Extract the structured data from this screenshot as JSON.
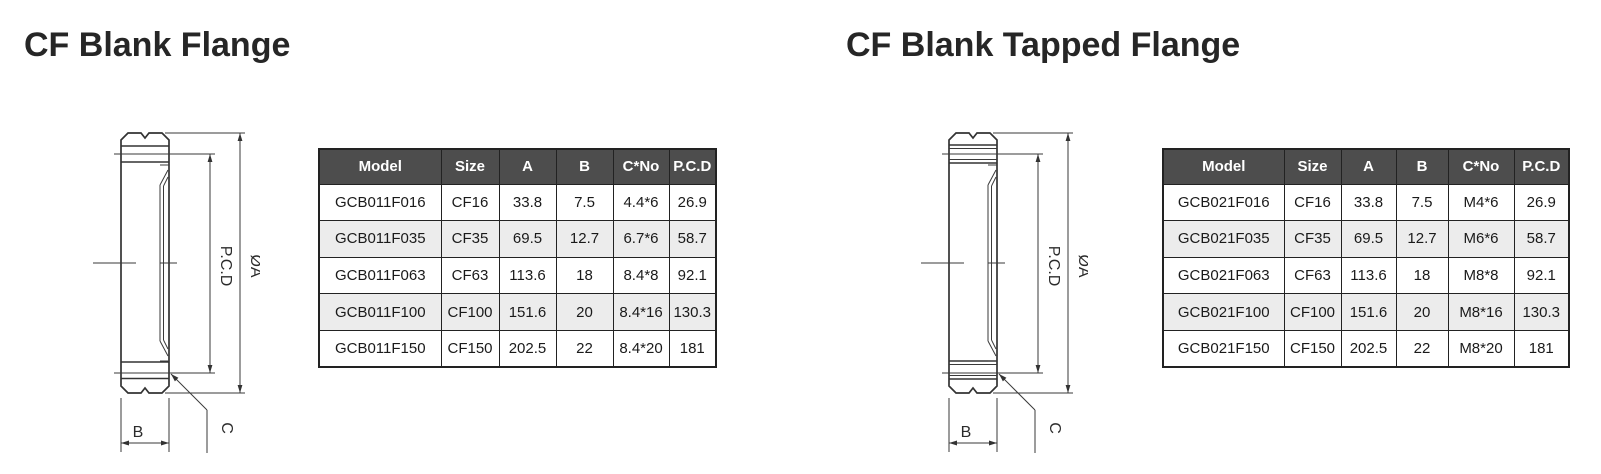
{
  "sections": [
    {
      "title": "CF Blank Flange",
      "drawing": {
        "labels": {
          "pcd": "P.C.D",
          "diameter": "ØA",
          "thickness": "B",
          "hole": "C"
        }
      },
      "table": {
        "headers": [
          "Model",
          "Size",
          "A",
          "B",
          "C*No",
          "P.C.D"
        ],
        "rows": [
          [
            "GCB011F016",
            "CF16",
            "33.8",
            "7.5",
            "4.4*6",
            "26.9"
          ],
          [
            "GCB011F035",
            "CF35",
            "69.5",
            "12.7",
            "6.7*6",
            "58.7"
          ],
          [
            "GCB011F063",
            "CF63",
            "113.6",
            "18",
            "8.4*8",
            "92.1"
          ],
          [
            "GCB011F100",
            "CF100",
            "151.6",
            "20",
            "8.4*16",
            "130.3"
          ],
          [
            "GCB011F150",
            "CF150",
            "202.5",
            "22",
            "8.4*20",
            "181"
          ]
        ]
      }
    },
    {
      "title": "CF Blank Tapped Flange",
      "drawing": {
        "labels": {
          "pcd": "P.C.D",
          "diameter": "ØA",
          "thickness": "B",
          "hole": "C"
        }
      },
      "table": {
        "headers": [
          "Model",
          "Size",
          "A",
          "B",
          "C*No",
          "P.C.D"
        ],
        "rows": [
          [
            "GCB021F016",
            "CF16",
            "33.8",
            "7.5",
            "M4*6",
            "26.9"
          ],
          [
            "GCB021F035",
            "CF35",
            "69.5",
            "12.7",
            "M6*6",
            "58.7"
          ],
          [
            "GCB021F063",
            "CF63",
            "113.6",
            "18",
            "M8*8",
            "92.1"
          ],
          [
            "GCB021F100",
            "CF100",
            "151.6",
            "20",
            "M8*16",
            "130.3"
          ],
          [
            "GCB021F150",
            "CF150",
            "202.5",
            "22",
            "M8*20",
            "181"
          ]
        ]
      }
    }
  ],
  "colors": {
    "table_header_bg": "#4d4d4d",
    "table_header_text": "#ffffff",
    "row_alt_bg": "#ececec",
    "table_border": "#222222",
    "drawing_line": "#333333",
    "title_text": "#262626"
  }
}
